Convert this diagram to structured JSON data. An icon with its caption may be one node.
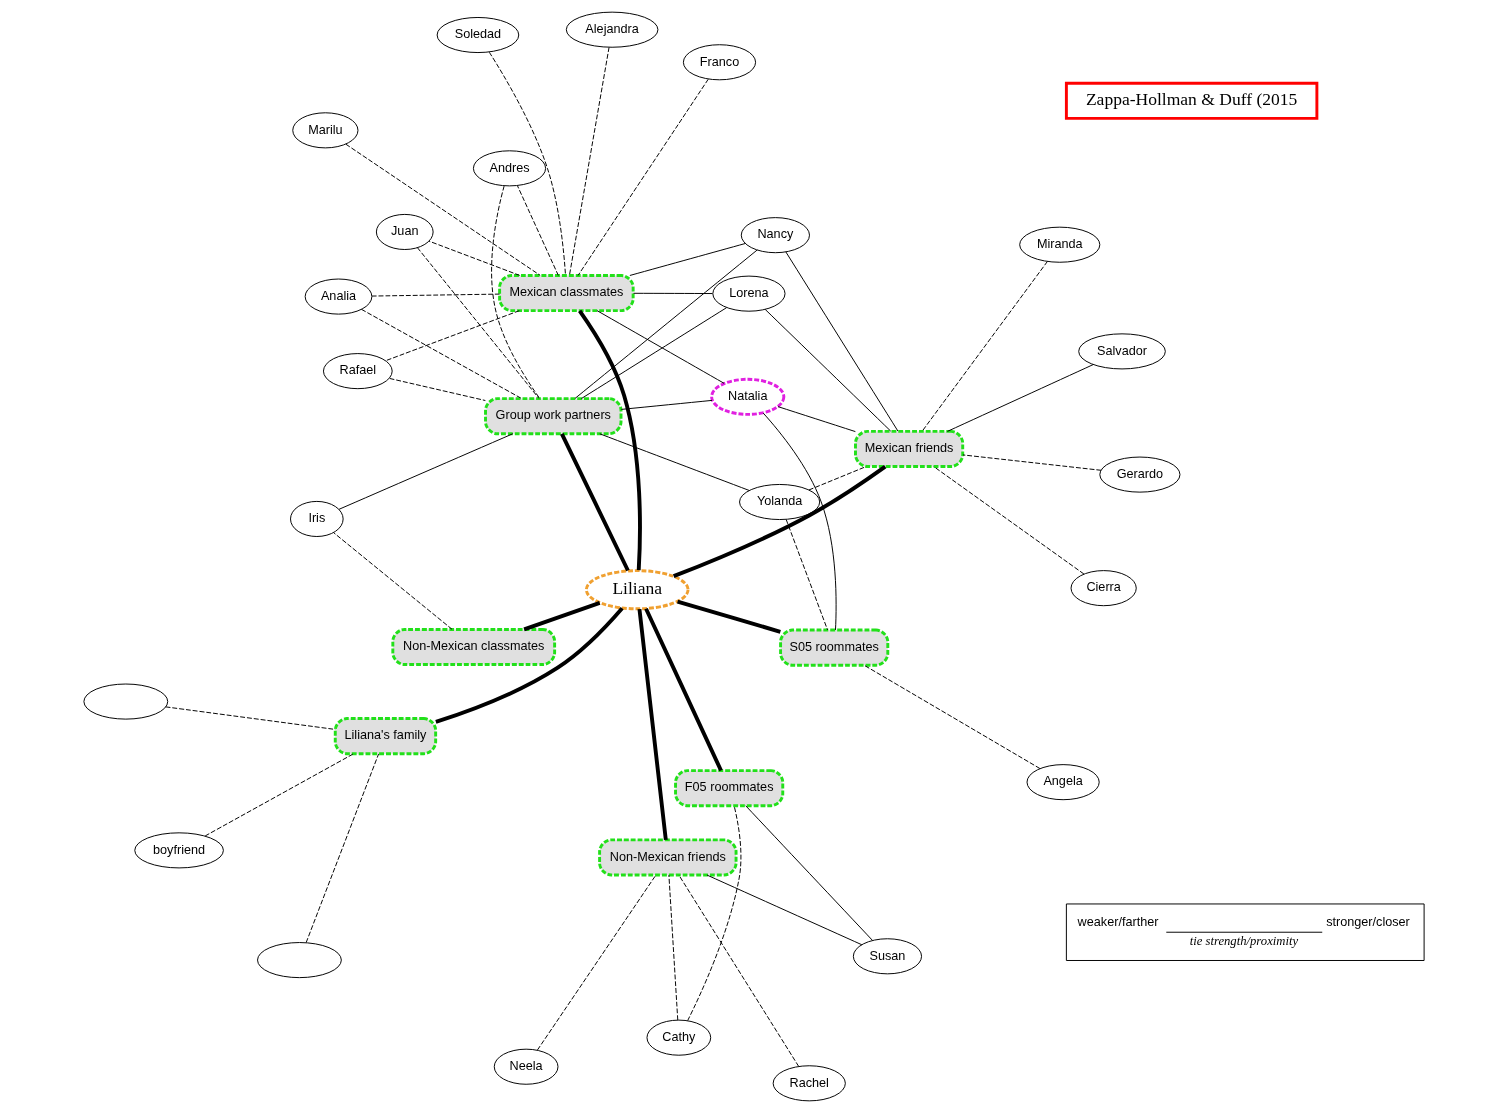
{
  "diagram": {
    "nodes": [
      {
        "text": [],
        "shape": "ellipse"
      },
      {
        "text": [],
        "shape": "ellipse"
      },
      {
        "text": [
          "boyfriend"
        ]
      },
      {
        "text": [
          "Liliana's family"
        ]
      },
      {
        "text": [
          "Angela"
        ]
      },
      {
        "text": [
          "Yolanda"
        ]
      },
      {
        "text": [
          "S05 roommates"
        ]
      },
      {
        "text": [
          "Cierra"
        ]
      },
      {
        "text": [
          "Cathy"
        ]
      },
      {
        "text": [
          "Natalia"
        ]
      },
      {
        "text": [
          "F05 roommates"
        ]
      },
      {
        "text": [
          "Miranda"
        ]
      },
      {
        "text": [
          "Susan"
        ]
      },
      {
        "text": [
          "Gerardo"
        ]
      },
      {
        "text": [
          "Liliana"
        ]
      },
      {
        "text": [
          "Rachel"
        ]
      },
      {
        "text": [
          "Non-Mexican friends"
        ]
      },
      {
        "text": [
          "Mexican friends"
        ]
      },
      {
        "text": [
          "Neela"
        ]
      },
      {
        "text": [
          "Non-Mexican classmates"
        ]
      },
      {
        "text": [
          "Lorena"
        ]
      },
      {
        "text": [
          "Marilu"
        ]
      },
      {
        "text": [
          "Salvador"
        ]
      },
      {
        "text": [
          "Nancy"
        ]
      },
      {
        "text": [
          "Mexican classmates"
        ]
      },
      {
        "text": [
          "Franco"
        ]
      },
      {
        "text": [
          "Soledad"
        ]
      },
      {
        "text": [
          "Analia"
        ]
      },
      {
        "text": [
          "Iris"
        ]
      },
      {
        "text": [
          "Alejandra"
        ]
      },
      {
        "text": [
          "Group work partners"
        ]
      },
      {
        "text": [
          "Andres"
        ]
      },
      {
        "text": [
          "Rafael"
        ]
      },
      {
        "text": [
          "Juan"
        ]
      },
      {
        "text": [
          "Zappa-Hollman & Duff (2015"
        ]
      }
    ],
    "edges": [
      {
        "from": 0,
        "to": 3,
        "arrow": "none",
        "style": "dashed"
      },
      {
        "from": 1,
        "to": 3,
        "arrow": "none",
        "style": "dashed"
      },
      {
        "from": 2,
        "to": 3,
        "arrow": "none",
        "style": "dashed"
      },
      {
        "from": 3,
        "to": 14,
        "arrow": "none",
        "style": "thick"
      },
      {
        "from": 6,
        "to": 14,
        "arrow": "none",
        "style": "thick"
      },
      {
        "from": 10,
        "to": 14,
        "arrow": "none",
        "style": "thick"
      },
      {
        "from": 16,
        "to": 14,
        "arrow": "none",
        "style": "thick"
      },
      {
        "from": 19,
        "to": 14,
        "arrow": "none",
        "style": "thick"
      },
      {
        "from": 24,
        "to": 14,
        "arrow": "none",
        "style": "thick"
      },
      {
        "from": 14,
        "to": 17,
        "arrow": "none",
        "style": "thick"
      },
      {
        "from": 14,
        "to": 30,
        "arrow": "none",
        "style": "thick"
      },
      {
        "from": 4,
        "to": 6,
        "arrow": "none",
        "style": "dashed"
      },
      {
        "from": 5,
        "to": 6,
        "arrow": "none",
        "style": "dashed"
      },
      {
        "from": 6,
        "to": 9,
        "arrow": "none"
      },
      {
        "from": 8,
        "to": 10,
        "arrow": "none",
        "style": "dashed"
      },
      {
        "from": 8,
        "to": 16,
        "arrow": "none",
        "style": "dashed"
      },
      {
        "from": 12,
        "to": 10,
        "arrow": "none"
      },
      {
        "from": 12,
        "to": 16,
        "arrow": "none"
      },
      {
        "from": 15,
        "to": 16,
        "arrow": "none",
        "style": "dashed"
      },
      {
        "from": 18,
        "to": 16,
        "arrow": "none",
        "style": "dashed"
      },
      {
        "from": 7,
        "to": 17,
        "arrow": "none",
        "style": "dashed"
      },
      {
        "from": 11,
        "to": 17,
        "arrow": "none",
        "style": "dashed"
      },
      {
        "from": 13,
        "to": 17,
        "arrow": "none",
        "style": "dashed"
      },
      {
        "from": 9,
        "to": 17,
        "arrow": "none"
      },
      {
        "from": 5,
        "to": 17,
        "arrow": "none",
        "style": "dashed"
      },
      {
        "from": 9,
        "to": 24,
        "arrow": "none"
      },
      {
        "from": 17,
        "to": 20,
        "arrow": "none"
      },
      {
        "from": 17,
        "to": 22,
        "arrow": "none"
      },
      {
        "from": 17,
        "to": 23,
        "arrow": "none"
      },
      {
        "from": 20,
        "to": 24,
        "arrow": "none"
      },
      {
        "from": 23,
        "to": 24,
        "arrow": "none"
      },
      {
        "from": 23,
        "to": 30,
        "arrow": "none"
      },
      {
        "from": 20,
        "to": 30,
        "arrow": "none"
      },
      {
        "from": 5,
        "to": 30,
        "arrow": "none"
      },
      {
        "from": 9,
        "to": 30,
        "arrow": "none"
      },
      {
        "from": 19,
        "to": 28,
        "arrow": "none",
        "style": "dashed"
      },
      {
        "from": 21,
        "to": 24,
        "arrow": "none",
        "style": "dashed"
      },
      {
        "from": 25,
        "to": 24,
        "arrow": "none",
        "style": "dashed"
      },
      {
        "from": 29,
        "to": 24,
        "arrow": "none",
        "style": "dashed"
      },
      {
        "from": 26,
        "to": 24,
        "arrow": "none",
        "style": "dashed"
      },
      {
        "from": 24,
        "to": 27,
        "arrow": "none",
        "style": "dashed"
      },
      {
        "from": 24,
        "to": 32,
        "arrow": "none",
        "style": "dashed"
      },
      {
        "from": 24,
        "to": 33,
        "arrow": "none",
        "style": "dashed"
      },
      {
        "from": 24,
        "to": 31,
        "arrow": "none",
        "style": "dashed"
      },
      {
        "from": 27,
        "to": 30,
        "arrow": "none",
        "style": "dashed"
      },
      {
        "from": 31,
        "to": 30,
        "arrow": "none",
        "style": "dashed"
      },
      {
        "from": 32,
        "to": 30,
        "arrow": "none",
        "style": "dashed"
      },
      {
        "from": 33,
        "to": 30,
        "arrow": "none",
        "style": "dashed"
      },
      {
        "from": 28,
        "to": 30,
        "arrow": "none"
      }
    ],
    "labels": [
      "weaker/farther",
      "stronger/closer",
      "tie strength/proximity"
    ]
  }
}
